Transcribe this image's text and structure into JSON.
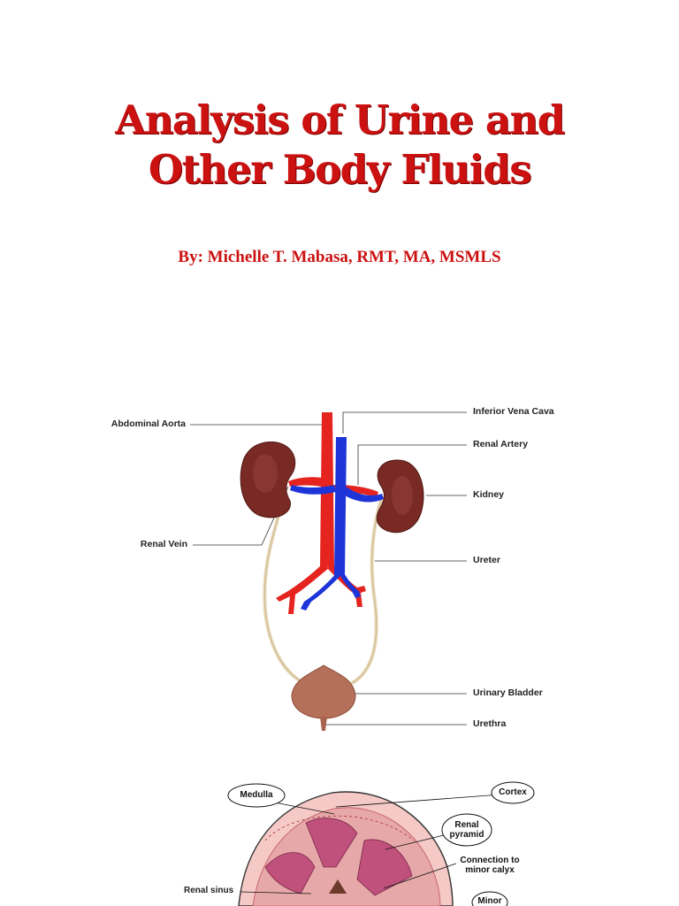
{
  "slide": {
    "title_line1": "Analysis of Urine and",
    "title_line2": "Other Body Fluids",
    "byline": "By: Michelle T. Mabasa, RMT, MA, MSMLS",
    "title_color": "#cc1111"
  },
  "urinary_diagram": {
    "labels": {
      "abdominal_aorta": "Abdominal Aorta",
      "renal_vein": "Renal Vein",
      "inferior_vena_cava": "Inferior Vena Cava",
      "renal_artery": "Renal Artery",
      "kidney": "Kidney",
      "ureter": "Ureter",
      "urinary_bladder": "Urinary Bladder",
      "urethra": "Urethra"
    },
    "colors": {
      "artery": "#e52420",
      "vein": "#1c34d8",
      "kidney": "#7a2a24",
      "ureter": "#e6d6b4",
      "bladder": "#b5705a"
    }
  },
  "kidney_section": {
    "labels": {
      "medulla": "Medulla",
      "cortex": "Cortex",
      "renal_pyramid": "Renal\npyramid",
      "connection_minor_calyx": "Connection to\nminor calyx",
      "renal_sinus": "Renal sinus",
      "minor": "Minor"
    }
  }
}
